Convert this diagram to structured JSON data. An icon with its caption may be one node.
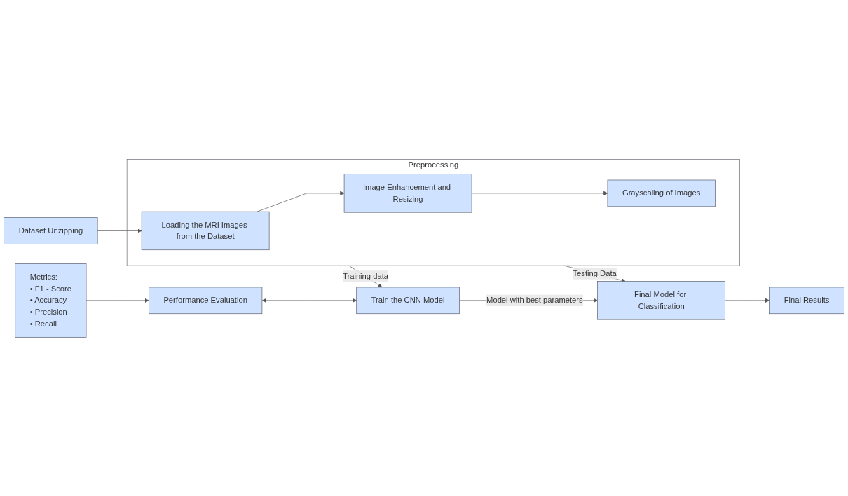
{
  "diagram": {
    "nodes": [
      {
        "text": [
          "Dataset Unzipping"
        ]
      },
      {
        "text": [
          "Preprocessing"
        ]
      },
      {
        "text": [
          "Loading the MRI Images from the Dataset"
        ],
        "in": 1
      },
      {
        "text": [
          "Image Enhancement and Resizing"
        ],
        "in": 1
      },
      {
        "text": [
          "Grayscaling of Images"
        ],
        "in": 1
      },
      {
        "text": [
          "Train the CNN Model"
        ]
      },
      {
        "text": [
          "Final Model for Classification"
        ]
      },
      {
        "text": [
          "Final Results"
        ]
      },
      {
        "text": [
          "Metrics:",
          "• F1 - Score",
          "• Accuracy",
          "• Precision",
          "• Recall"
        ]
      },
      {
        "text": [
          "Performance Evaluation"
        ]
      }
    ],
    "edges": [
      {
        "from": 0,
        "to": 2,
        "arrow": "to"
      },
      {
        "from": 2,
        "to": 3,
        "arrow": "to"
      },
      {
        "from": 3,
        "to": 4,
        "arrow": "to"
      },
      {
        "from": 1,
        "to": 5,
        "arrow": "to",
        "label": "Training data"
      },
      {
        "from": 1,
        "to": 6,
        "arrow": "to",
        "label": "Testing Data"
      },
      {
        "from": 5,
        "to": 6,
        "arrow": "to",
        "label": "Model with best parameters"
      },
      {
        "from": 6,
        "to": 7,
        "arrow": "to"
      },
      {
        "from": 9,
        "to": 5,
        "arrow": "both"
      },
      {
        "from": 8,
        "to": 9,
        "arrow": "to"
      }
    ]
  }
}
